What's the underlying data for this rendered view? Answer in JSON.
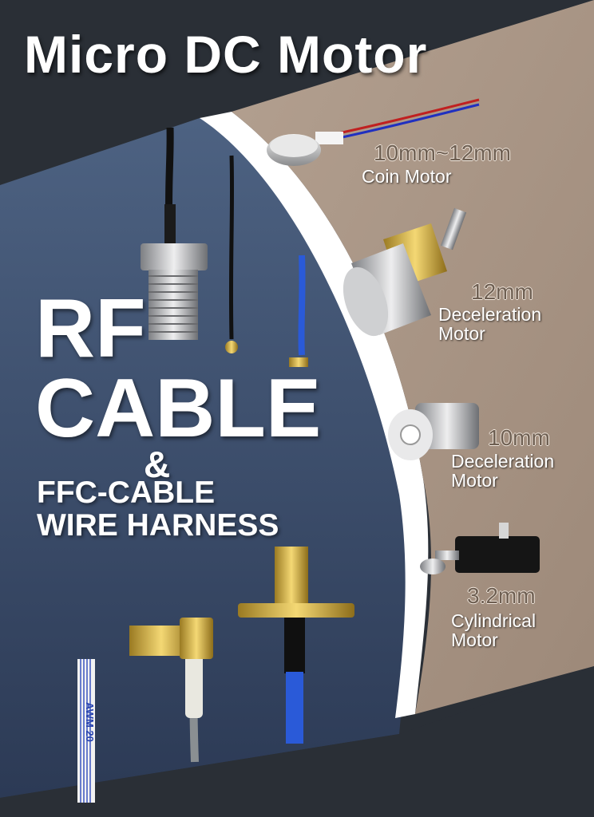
{
  "header": {
    "title": "Micro DC Motor"
  },
  "left_panel": {
    "rf": "RF",
    "cable": "CABLE",
    "ampersand": "&",
    "ffc_line": "FFC-CABLE",
    "harness_line": "WIRE HARNESS",
    "ribbon_text": "AWM 20"
  },
  "motors": [
    {
      "size": "10mm~12mm",
      "name_lines": [
        "Coin Motor"
      ],
      "icon": "coin-motor"
    },
    {
      "size": "12mm",
      "name_lines": [
        "Deceleration",
        "Motor"
      ],
      "icon": "gear-motor"
    },
    {
      "size": "10mm",
      "name_lines": [
        "Deceleration",
        "Motor"
      ],
      "icon": "gear-motor"
    },
    {
      "size": "3.2mm",
      "name_lines": [
        "Cylindrical",
        "Motor"
      ],
      "icon": "cylindrical-motor"
    }
  ],
  "colors": {
    "dark": "#2a2f36",
    "blue_panel": "#3d5070",
    "tan_panel": "#a89484",
    "gold": "#d8b445",
    "nickel": "#c8c9cb"
  }
}
